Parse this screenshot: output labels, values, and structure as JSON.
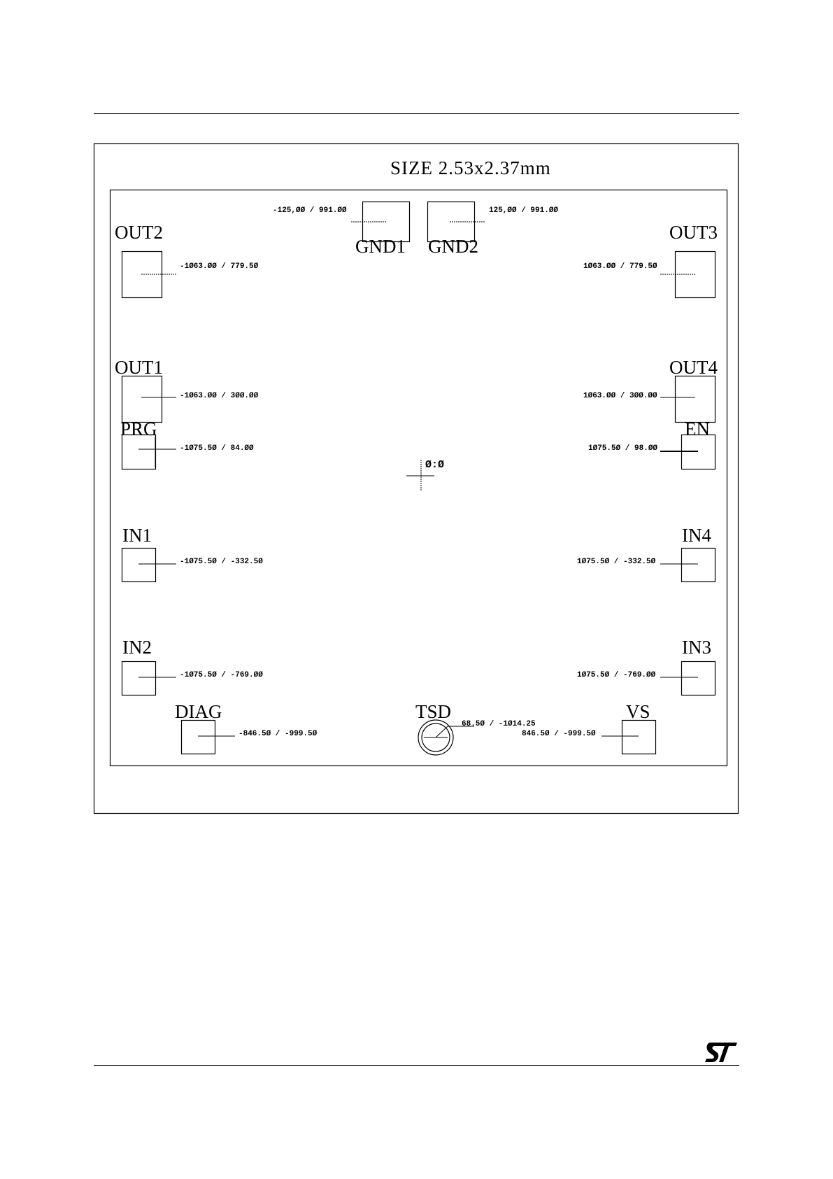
{
  "diagram": {
    "title": "SIZE  2.53x2.37mm",
    "origin_label": "Ø:Ø",
    "pads": [
      {
        "id": "gnd1",
        "name": "GND1",
        "coord": "-125,ØØ / 991.ØØ"
      },
      {
        "id": "gnd2",
        "name": "GND2",
        "coord": "125,ØØ / 991.ØØ"
      },
      {
        "id": "out2",
        "name": "OUT2",
        "coord": "-1Ø63.ØØ / 779.5Ø"
      },
      {
        "id": "out3",
        "name": "OUT3",
        "coord": "1Ø63.ØØ / 779.5Ø"
      },
      {
        "id": "out1",
        "name": "OUT1",
        "coord": "-1Ø63.ØØ / 3ØØ.ØØ"
      },
      {
        "id": "out4",
        "name": "OUT4",
        "coord": "1Ø63.ØØ / 3ØØ.ØØ"
      },
      {
        "id": "prg",
        "name": "PRG",
        "coord": "-1Ø75.5Ø / 84.ØØ"
      },
      {
        "id": "en",
        "name": "EN",
        "coord": "1Ø75.5Ø / 98.ØØ"
      },
      {
        "id": "in1",
        "name": "IN1",
        "coord": "-1Ø75.5Ø / -332.5Ø"
      },
      {
        "id": "in4",
        "name": "IN4",
        "coord": "1Ø75.5Ø / -332.5Ø"
      },
      {
        "id": "in2",
        "name": "IN2",
        "coord": "-1Ø75.5Ø / -769.ØØ"
      },
      {
        "id": "in3",
        "name": "IN3",
        "coord": "1Ø75.5Ø / -769.ØØ"
      },
      {
        "id": "diag",
        "name": "DIAG",
        "coord": "-846.5Ø / -999.5Ø"
      },
      {
        "id": "tsd",
        "name": "TSD",
        "coord": "68.5Ø / -1Ø14.25"
      },
      {
        "id": "vs",
        "name": "VS",
        "coord": "846.5Ø / -999.5Ø"
      }
    ]
  },
  "footer": {
    "logo_text": "ST",
    "logo_icon": "st-logo-icon"
  }
}
